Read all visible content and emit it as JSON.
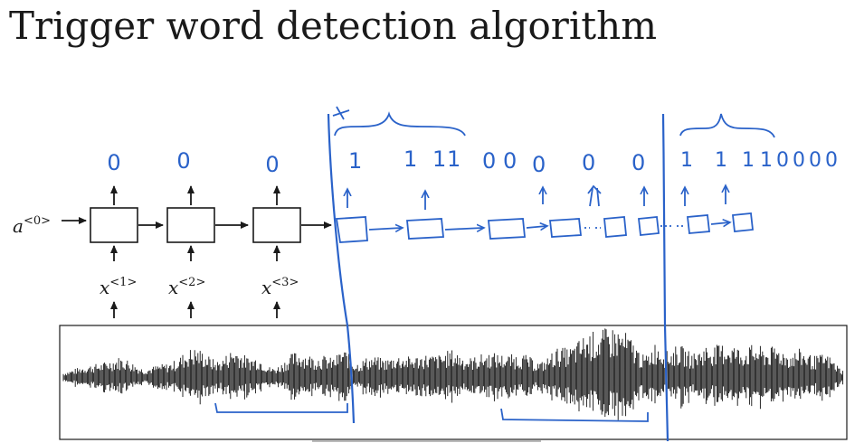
{
  "slide": {
    "title": "Trigger word detection algorithm"
  },
  "rnn": {
    "initial_state": {
      "base": "a",
      "sup": "<0>"
    },
    "outputs": [
      "0",
      "0",
      "0"
    ],
    "inputs": [
      {
        "base": "x",
        "sup": "<1>"
      },
      {
        "base": "x",
        "sup": "<2>"
      },
      {
        "base": "x",
        "sup": "<3>"
      }
    ]
  },
  "annotations": {
    "colors": {
      "ink": "#2a62c9",
      "text": "#1a1a1a"
    },
    "label_group_1": [
      "1",
      "1",
      "1",
      "1",
      "0",
      "0",
      "0",
      "0",
      "0"
    ],
    "label_group_2": [
      "1",
      "1",
      "1",
      "1",
      "0",
      "0",
      "0",
      "0"
    ]
  }
}
